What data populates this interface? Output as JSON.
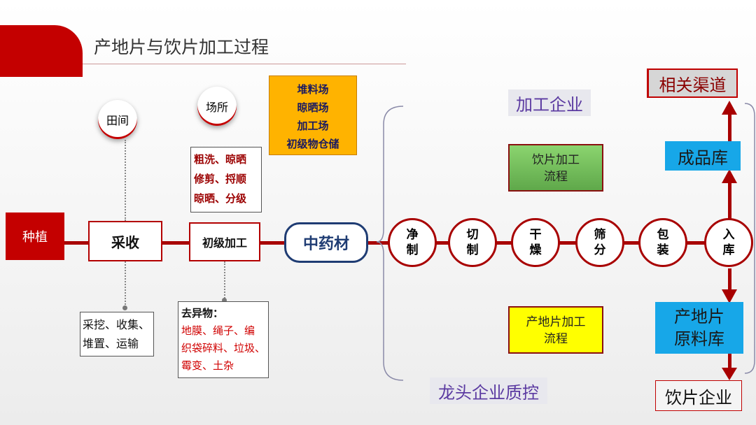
{
  "header": {
    "title": "产地片与饮片加工过程"
  },
  "nodes": {
    "planting": "种植",
    "harvest": "采收",
    "primary": "初级加工",
    "herb": "中药材"
  },
  "bubbles": {
    "field": "田间",
    "site": "场所"
  },
  "notes": {
    "storage": [
      "堆料场",
      "晾晒场",
      "加工场",
      "初级物仓储"
    ],
    "primary_ops": [
      "粗洗、晾晒",
      "修剪、捋顺",
      "晾晒、分级"
    ],
    "harvest_ops": [
      "采挖、收集、",
      "堆置、运输"
    ],
    "impurity_title": "去异物：",
    "impurity_items": [
      "地膜、绳子、编",
      "织袋碎料、垃圾、",
      "霉变、土杂"
    ]
  },
  "steps": [
    {
      "l1": "净",
      "l2": "制"
    },
    {
      "l1": "切",
      "l2": "制"
    },
    {
      "l1": "干",
      "l2": "燥"
    },
    {
      "l1": "筛",
      "l2": "分"
    },
    {
      "l1": "包",
      "l2": "装"
    },
    {
      "l1": "入",
      "l2": "库"
    }
  ],
  "labels": {
    "processing_enterprise": "加工企业",
    "leading_qc": "龙头企业质控",
    "yinpian_flow": [
      "饮片加工",
      "流程"
    ],
    "origin_flow": [
      "产地片加工",
      "流程"
    ]
  },
  "right": {
    "channels": "相关渠道",
    "finished_store": "成品库",
    "origin_store": [
      "产地片",
      "原料库"
    ],
    "yinpian_enterprise": "饮片企业"
  }
}
